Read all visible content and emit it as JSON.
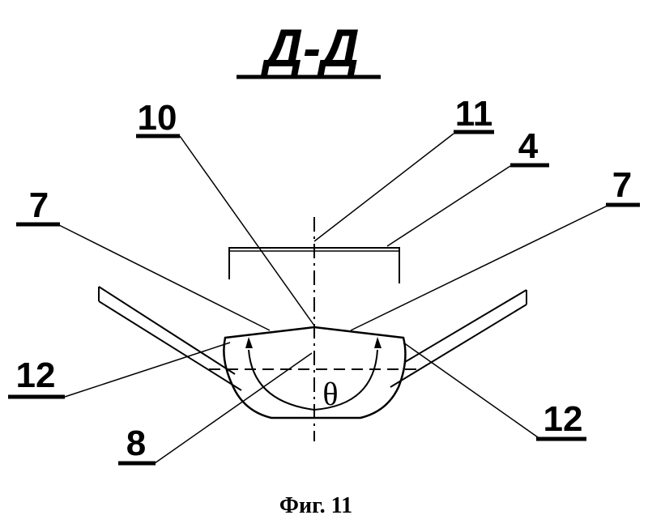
{
  "section_title": "Д-Д",
  "caption": "Фиг. 11",
  "angle_symbol": "θ",
  "labels": {
    "l10": "10",
    "l11": "11",
    "l4": "4",
    "l7_left": "7",
    "l7_right": "7",
    "l12_left": "12",
    "l12_right": "12",
    "l8": "8"
  }
}
